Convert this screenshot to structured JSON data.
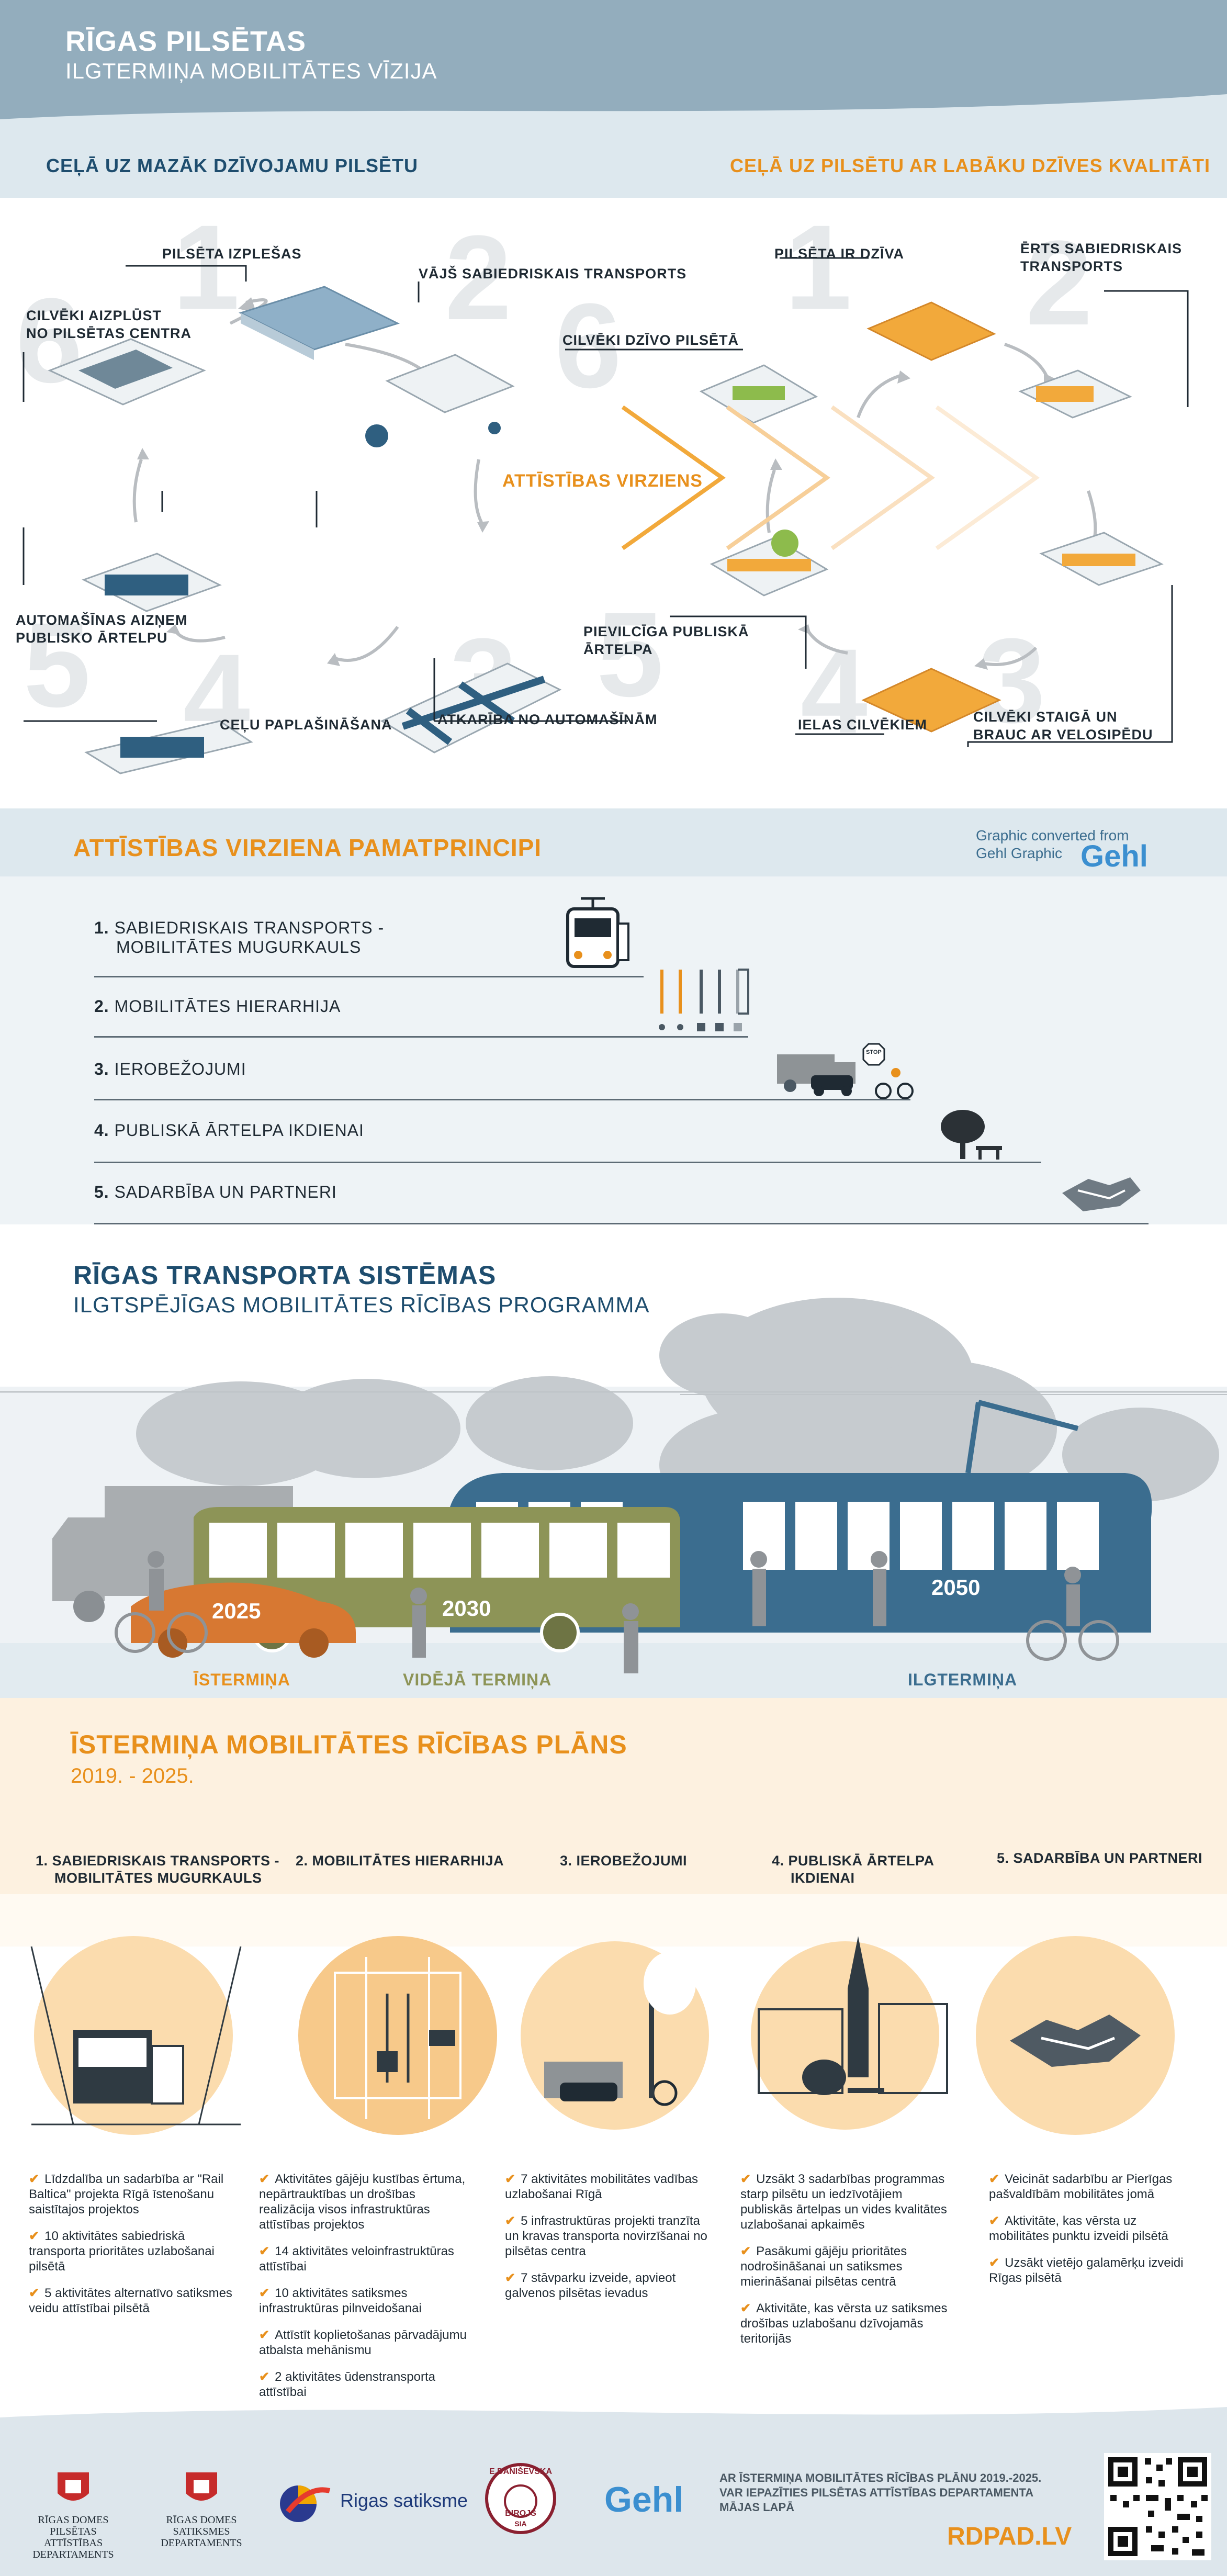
{
  "header": {
    "title": "RĪGAS PILSĒTAS",
    "subtitle": "ILGTERMIŅA MOBILITĀTES VĪZIJA"
  },
  "vision": {
    "left_title": "CEĻĀ UZ MAZĀK DZĪVOJAMU PILSĒTU",
    "right_title": "CEĻĀ UZ PILSĒTU AR LABĀKU DZĪVES KVALITĀTI",
    "left_labels": [
      "PILSĒTA IZPLEŠAS",
      "VĀJŠ SABIEDRISKAIS TRANSPORTS",
      "CILVĒKI AIZPLŪST",
      "NO PILSĒTAS CENTRA",
      "AUTOMAŠĪNAS AIZŅEM",
      "PUBLISKO ĀRTELPU",
      "CEĻU PAPLAŠINĀŠANA",
      "ATKARĪBA NO AUTOMAŠĪNĀM"
    ],
    "right_labels": [
      "PILSĒTA IR DZĪVA",
      "ĒRTS SABIEDRISKAIS",
      "TRANSPORTS",
      "CILVĒKI DZĪVO PILSĒTĀ",
      "PIEVILCĪGA PUBLISKĀ",
      "ĀRTELPA",
      "IELAS CILVĒKIEM",
      "CILVĒKI STAIGĀ UN",
      "BRAUC AR VELOSIPĒDU"
    ],
    "direction_label": "ATTĪSTĪBAS VIRZIENS",
    "numbers": [
      "1",
      "2",
      "3",
      "4",
      "5",
      "6"
    ]
  },
  "principles": {
    "title": "ATTĪSTĪBAS VIRZIENA PAMATPRINCIPI",
    "credit_line1": "Graphic converted from",
    "credit_line2": "Gehl Graphic",
    "credit_brand": "Gehl",
    "items": [
      {
        "num": "1.",
        "line1": "SABIEDRISKAIS TRANSPORTS -",
        "line2": "MOBILITĀTES MUGURKAULS"
      },
      {
        "num": "2.",
        "line1": "MOBILITĀTES HIERARHIJA",
        "line2": ""
      },
      {
        "num": "3.",
        "line1": "IEROBEŽOJUMI",
        "line2": ""
      },
      {
        "num": "4.",
        "line1": "PUBLISKĀ ĀRTELPA IKDIENAI",
        "line2": ""
      },
      {
        "num": "5.",
        "line1": "SADARBĪBA UN PARTNERI",
        "line2": ""
      }
    ],
    "stop_sign": "STOP"
  },
  "transport": {
    "title": "RĪGAS TRANSPORTA SISTĒMAS",
    "subtitle": "ILGTSPĒJĪGAS MOBILITĀTES RĪCĪBAS PROGRAMMA",
    "years": [
      "2025",
      "2030",
      "2050"
    ],
    "terms": [
      "ĪSTERMIŅA",
      "VIDĒJĀ TERMIŅA",
      "ILGTERMIŅA"
    ]
  },
  "shortterm": {
    "title": "ĪSTERMIŅA MOBILITĀTES RĪCĪBAS PLĀNS",
    "years": "2019. - 2025.",
    "columns": [
      {
        "title1": "1. SABIEDRISKAIS TRANSPORTS -",
        "title2": "MOBILITĀTES MUGURKAULS",
        "items": [
          "Līdzdalība un sadarbība ar \"Rail Baltica\" projekta Rīgā īstenošanu saistītajos projektos",
          "10 aktivitātes sabiedriskā transporta prioritātes uzlabošanai pilsētā",
          "5 aktivitātes alternatīvo satiksmes veidu attīstībai pilsētā"
        ]
      },
      {
        "title1": "2. MOBILITĀTES HIERARHIJA",
        "title2": "",
        "items": [
          "Aktivitātes gājēju kustības ērtuma, nepārtrauktības un drošības realizācija visos infrastruktūras attīstības projektos",
          "14 aktivitātes veloinfrastruktūras attīstībai",
          "10 aktivitātes satiksmes infrastruktūras pilnveidošanai",
          "Attīstīt koplietošanas pārvadājumu atbalsta mehānismu",
          "2 aktivitātes ūdenstransporta attīstībai"
        ]
      },
      {
        "title1": "3. IEROBEŽOJUMI",
        "title2": "",
        "items": [
          "7 aktivitātes mobilitātes vadības uzlabošanai Rīgā",
          "5 infrastruktūras projekti tranzīta un kravas transporta novirzīšanai no pilsētas centra",
          "7 stāvparku izveide, apvieot galvenos pilsētas ievadus"
        ]
      },
      {
        "title1": "4. PUBLISKĀ ĀRTELPA",
        "title2": "IKDIENAI",
        "items": [
          "Uzsākt 3 sadarbības programmas starp pilsētu un iedzīvotājiem publiskās ārtelpas un vides kvalitātes uzlabošanai apkaimēs",
          "Pasākumi gājēju prioritātes nodrošināšanai un satiksmes mierināšanai pilsētas centrā",
          "Aktivitāte, kas vērsta uz satiksmes drošības uzlabošanu dzīvojamās teritorijās"
        ]
      },
      {
        "title1": "5. SADARBĪBA UN PARTNERI",
        "title2": "",
        "items": [
          "Veicināt sadarbību ar Pierīgas pašvaldībām mobilitātes jomā",
          "Aktivitāte, kas vērsta uz mobilitātes punktu izveidi pilsētā",
          "Uzsākt vietējo galamērķu izveidi Rīgas pilsētā"
        ]
      }
    ]
  },
  "footer": {
    "logo1": [
      "RĪGAS DOMES",
      "PILSĒTAS ATTĪSTĪBAS",
      "DEPARTAMENTS"
    ],
    "logo2": [
      "RĪGAS DOMES",
      "SATIKSMES",
      "DEPARTAMENTS"
    ],
    "logo3": "Rigas satiksme",
    "logo4": [
      "E.DANIŠEVSKA",
      "BIROJS",
      "SIA"
    ],
    "logo5": "Gehl",
    "note": [
      "AR ĪSTERMIŅA MOBILITĀTES RĪCĪBAS PLĀNU 2019.-2025.",
      "VAR IEPAZĪTIES PILSĒTAS ATTĪSTĪBAS DEPARTAMENTA",
      "MĀJAS LAPĀ"
    ],
    "url": "RDPAD.LV"
  },
  "colors": {
    "blue": "#3b6d8f",
    "orange": "#e8901c",
    "navy": "#1e4d6e",
    "olive": "#8d9457",
    "rust": "#d77832",
    "grey": "#b5b8bb"
  }
}
